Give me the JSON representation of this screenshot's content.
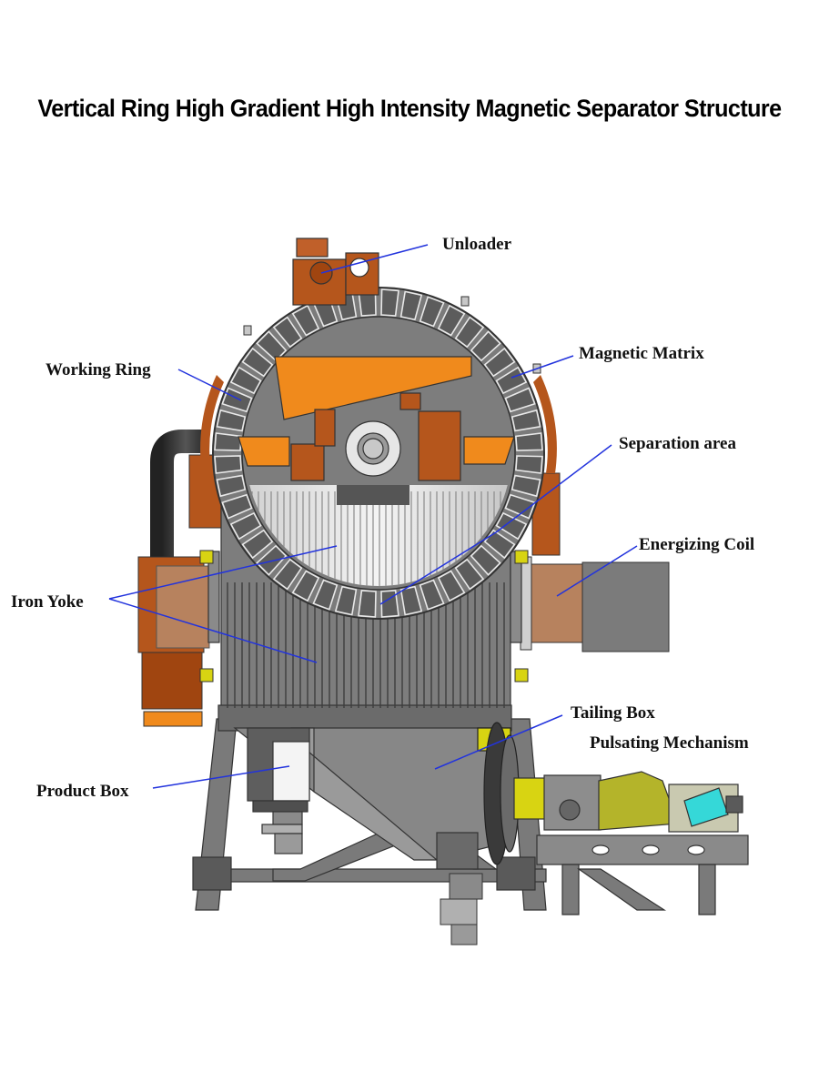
{
  "title": "Vertical Ring High Gradient High Intensity Magnetic Separator Structure",
  "labels": {
    "unloader": "Unloader",
    "working_ring": "Working Ring",
    "magnetic_matrix": "Magnetic Matrix",
    "separation_area": "Separation area",
    "energizing_coil": "Energizing Coil",
    "iron_yoke": "Iron Yoke",
    "tailing_box": "Tailing Box",
    "pulsating_mechanism": "Pulsating Mechanism",
    "product_box": "Product Box"
  },
  "colors": {
    "steel": "#7d7d7d",
    "steel_dark": "#4a4a4a",
    "orange": "#f08a1c",
    "rust": "#b5561c",
    "copper": "#b7825e",
    "yellow": "#d8d412",
    "olive": "#b4b42a",
    "cyan": "#35d8d8",
    "leader": "#2233dd"
  }
}
